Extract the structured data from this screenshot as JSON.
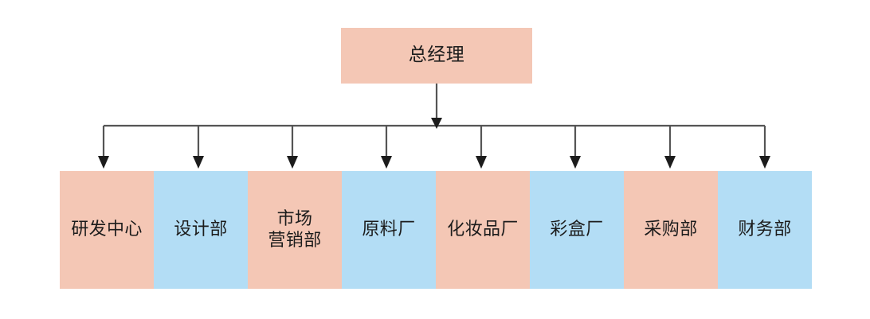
{
  "diagram": {
    "type": "organization-chart",
    "title": "",
    "orientation": "top-down",
    "colors": {
      "pink": "#F4C7B5",
      "blue": "#B3DDF5",
      "line": "#555555",
      "text": "#1C1C1C",
      "background": "#FFFFFF"
    },
    "root": {
      "label": "总经理",
      "fill": "#F4C7B5"
    },
    "children": [
      {
        "label": "研发中心",
        "fill": "#F4C7B5"
      },
      {
        "label": "设计部",
        "fill": "#B3DDF5"
      },
      {
        "label": "市场\n营销部",
        "fill": "#F4C7B5"
      },
      {
        "label": "原料厂",
        "fill": "#B3DDF5"
      },
      {
        "label": "化妆品厂",
        "fill": "#F4C7B5"
      },
      {
        "label": "彩盒厂",
        "fill": "#B3DDF5"
      },
      {
        "label": "采购部",
        "fill": "#F4C7B5"
      },
      {
        "label": "财务部",
        "fill": "#B3DDF5"
      }
    ]
  }
}
